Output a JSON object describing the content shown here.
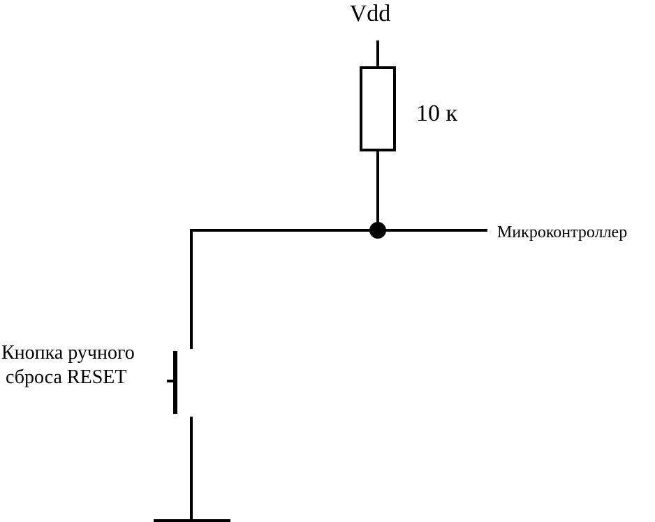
{
  "labels": {
    "supply": "Vdd",
    "resistor_value": "10 к",
    "output": "Микроконтроллер",
    "button_line1": "Кнопка ручного",
    "button_line2": "сброса RESET"
  }
}
